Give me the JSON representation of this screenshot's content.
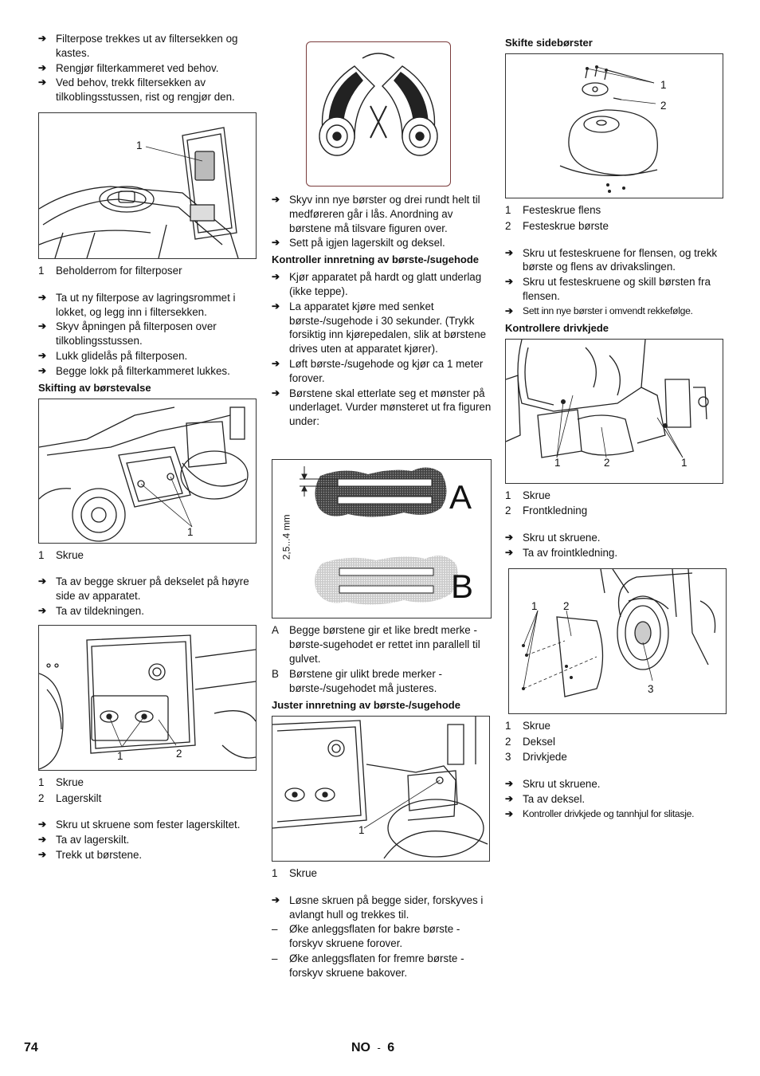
{
  "col1": {
    "steps_a": [
      "Filterpose trekkes ut av filtersekken og kastes.",
      "Rengjør filterkammeret ved behov.",
      "Ved behov, trekk filtersekken av tilkoblingsstussen, rist og rengjør den."
    ],
    "fig1_callouts": [
      "1"
    ],
    "legend1": [
      {
        "num": "1",
        "text": "Beholderrom for filterposer"
      }
    ],
    "steps_b": [
      "Ta ut ny filterpose av lagringsrommet i lokket, og legg inn i filtersekken.",
      "Skyv åpningen på filterposen over tilkoblingsstussen.",
      "Lukk glidelås på filterposen.",
      "Begge lokk på filterkammeret lukkes."
    ],
    "heading1": "Skifting av  børstevalse",
    "fig2_callouts": [
      "1"
    ],
    "legend2": [
      {
        "num": "1",
        "text": "Skrue"
      }
    ],
    "steps_c": [
      "Ta av begge skruer på dekselet på høyre side av apparatet.",
      "Ta av tildekningen."
    ],
    "fig3_callouts": [
      "1",
      "2"
    ],
    "legend3": [
      {
        "num": "1",
        "text": "Skrue"
      },
      {
        "num": "2",
        "text": "Lagerskilt"
      }
    ],
    "steps_d": [
      "Skru ut skruene som fester lagerskiltet.",
      "Ta av lagerskilt.",
      "Trekk ut børstene."
    ]
  },
  "col2": {
    "steps_a": [
      "Skyv inn nye børster og drei rundt helt til medføreren går i lås. Anordning av børstene må tilsvare figuren over.",
      "Sett på igjen lagerskilt og deksel."
    ],
    "heading1": "Kontroller innretning av børste-/sugehode",
    "steps_b": [
      "Kjør apparatet på hardt og glatt underlag (ikke teppe).",
      "La apparatet kjøre med senket børste-/sugehode i 30 sekunder. (Trykk forsiktig inn kjørepedalen, slik at børstene drives uten at apparatet kjører).",
      "Løft børste-/sugehode og kjør ca 1 meter forover.",
      "Børstene skal etterlate seg et mønster på underlaget. Vurder mønsteret ut fra figuren under:"
    ],
    "fig_pattern": {
      "label_a": "A",
      "label_b": "B",
      "dimension": "2,5...4 mm"
    },
    "legend_ab": [
      {
        "num": "A",
        "text": "Begge børstene gir et like bredt merke - børste-sugehodet er rettet inn parallell til gulvet."
      },
      {
        "num": "B",
        "text": "Børstene gir ulikt brede merker - børste-/sugehodet må justeres."
      }
    ],
    "heading2": "Juster innretning av børste-/sugehode",
    "fig5_callouts": [
      "1"
    ],
    "legend5": [
      {
        "num": "1",
        "text": "Skrue"
      }
    ],
    "steps_c": [
      "Løsne skruen på begge sider, forskyves i avlangt hull og trekkes til."
    ],
    "dashes": [
      "Øke anleggsflaten for bakre børste - forskyv skruene forover.",
      "Øke anleggsflaten for fremre børste - forskyv skruene bakover."
    ]
  },
  "col3": {
    "heading1": "Skifte sidebørster",
    "fig6_callouts": [
      "1",
      "2"
    ],
    "legend6": [
      {
        "num": "1",
        "text": "Festeskrue flens"
      },
      {
        "num": "2",
        "text": "Festeskrue børste"
      }
    ],
    "steps_a": [
      "Skru ut festeskruene for flensen, og trekk børste og flens av drivakslingen.",
      "Skru ut festeskruene og skill børsten fra flensen.",
      "Sett inn nye børster i omvendt rekkefølge."
    ],
    "heading2": "Kontrollere drivkjede",
    "fig7_callouts": [
      "1",
      "2",
      "1"
    ],
    "legend7": [
      {
        "num": "1",
        "text": "Skrue"
      },
      {
        "num": "2",
        "text": "Frontkledning"
      }
    ],
    "steps_b": [
      "Skru ut skruene.",
      "Ta av frointkledning."
    ],
    "fig8_callouts": [
      "1",
      "2",
      "3"
    ],
    "legend8": [
      {
        "num": "1",
        "text": "Skrue"
      },
      {
        "num": "2",
        "text": "Deksel"
      },
      {
        "num": "3",
        "text": "Drivkjede"
      }
    ],
    "steps_c": [
      "Skru ut skruene.",
      "Ta av deksel.",
      "Kontroller drivkjede og tannhjul for slitasje."
    ]
  },
  "footer": {
    "page": "74",
    "lang": "NO",
    "sep": "-",
    "sub": "6"
  },
  "icons": {
    "step": "arrow-right-icon"
  }
}
